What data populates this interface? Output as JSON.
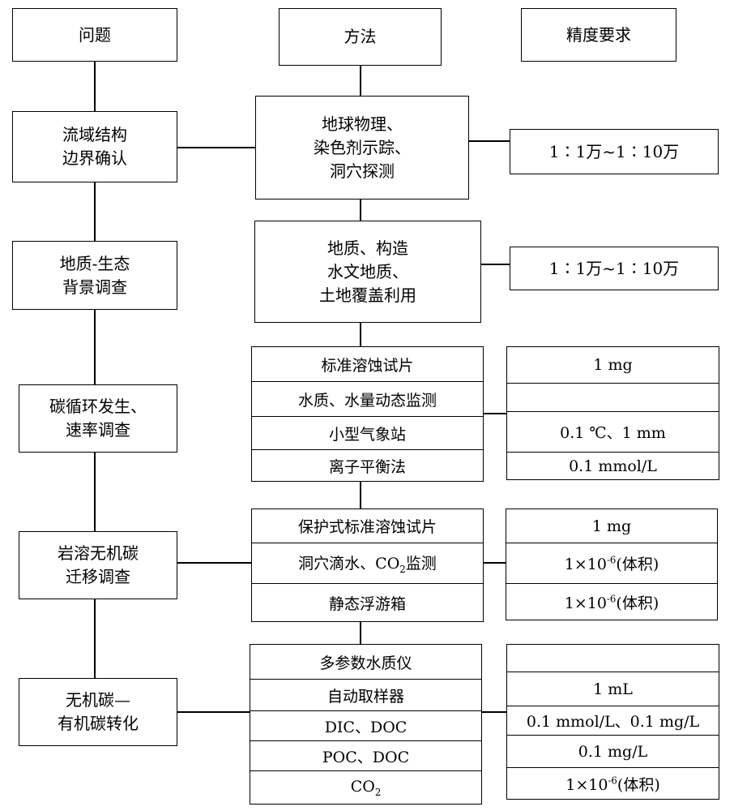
{
  "headers": {
    "problem": "问题",
    "method": "方法",
    "precision": "精度要求"
  },
  "problems": [
    {
      "id": "p1",
      "text": "流域结构\n边界确认"
    },
    {
      "id": "p2",
      "text": "地质-生态\n背景调查"
    },
    {
      "id": "p3",
      "text": "碳循环发生、\n速率调查"
    },
    {
      "id": "p4",
      "text": "岩溶无机碳\n迁移调查"
    },
    {
      "id": "p5",
      "text": "无机碳—\n有机碳转化"
    }
  ],
  "methods": {
    "m1": "地球物理、\n染色剂示踪、\n洞穴探测",
    "m2": "地质、构造\n水文地质、\n土地覆盖利用",
    "group3": [
      "标准溶蚀试片",
      "水质、水量动态监测",
      "小型气象站",
      "离子平衡法"
    ],
    "group4": {
      "row1": "保护式标准溶蚀试片",
      "row2_pre": "洞穴滴水、CO",
      "row2_sub": "2",
      "row2_post": "监测",
      "row3": "静态浮游箱"
    },
    "group5": {
      "rows": [
        "多参数水质仪",
        "自动取样器",
        "DIC、DOC",
        "POC、DOC"
      ],
      "co2_pre": "CO",
      "co2_sub": "2"
    }
  },
  "precision": {
    "pr1": "1∶1万~1∶10万",
    "pr2": "1∶1万~1∶10万",
    "group3": [
      "1 mg",
      "",
      "0.1 ℃、1 mm",
      "0.1 mmol/L"
    ],
    "group4": {
      "row1": "1 mg",
      "row2_pre": "1×10",
      "row2_sup": "-6",
      "row2_post": "(体积)",
      "row3_pre": "1×10",
      "row3_sup": "-6",
      "row3_post": "(体积)"
    },
    "group5": {
      "rows": [
        "",
        "1 mL",
        "0.1 mmol/L、0.1 mg/L",
        "0.1 mg/L"
      ],
      "last_pre": "1×10",
      "last_sup": "-6",
      "last_post": "(体积)"
    }
  }
}
